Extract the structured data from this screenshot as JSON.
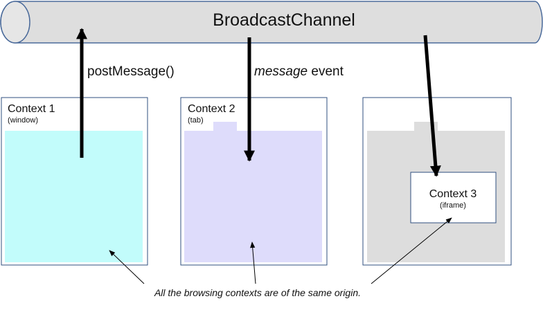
{
  "channel": {
    "title": "BroadcastChannel"
  },
  "arrows": {
    "post_label": "postMessage()",
    "message_label_em": "message",
    "message_label_rest": " event"
  },
  "contexts": [
    {
      "title": "Context 1",
      "subtitle": "(window)",
      "fill": "#c2fcfb"
    },
    {
      "title": "Context 2",
      "subtitle": "(tab)",
      "fill": "#dedcfb"
    },
    {
      "title": "Context 3",
      "subtitle": "(iframe)",
      "fill": "#dddddd"
    }
  ],
  "footnote": {
    "text": "All the browsing contexts are of the same origin."
  },
  "colors": {
    "pipe_fill": "#dedede",
    "pipe_stroke": "#4a6a9a",
    "box_stroke": "#2f4f7f",
    "arrow": "#000000"
  }
}
